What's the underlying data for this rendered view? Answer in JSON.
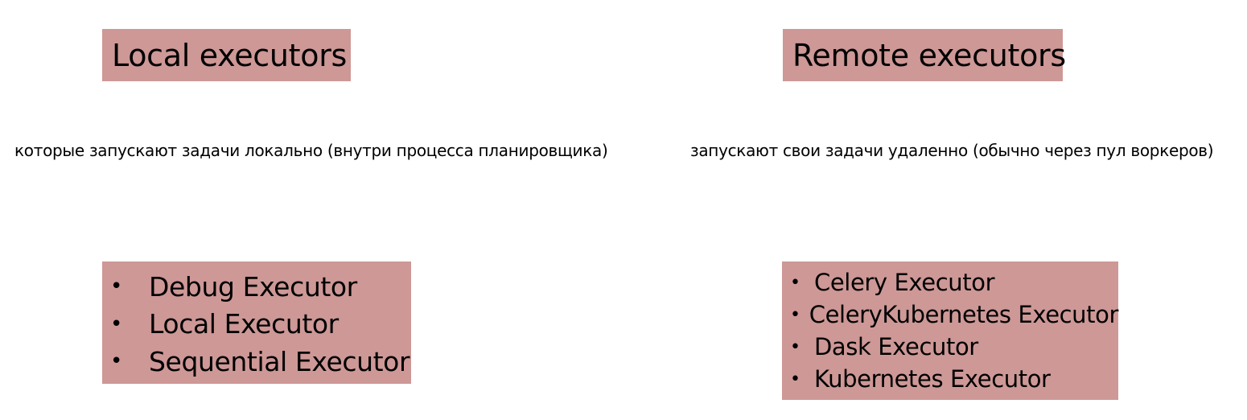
{
  "local": {
    "title": "Local executors",
    "description": "которые запускают задачи локально (внутри процесса планировщика)",
    "bullet": "•",
    "items": [
      "Debug Executor",
      "Local Executor",
      "Sequential Executor"
    ]
  },
  "remote": {
    "title": "Remote executors",
    "description": "запускают свои задачи удаленно (обычно через пул воркеров)",
    "bullet": "•",
    "items": [
      "Celery Executor",
      "CeleryKubernetes Executor",
      "Dask Executor",
      "Kubernetes Executor"
    ]
  },
  "colors": {
    "box_fill": "#cd9896",
    "background": "#ffffff",
    "text": "#000000"
  }
}
